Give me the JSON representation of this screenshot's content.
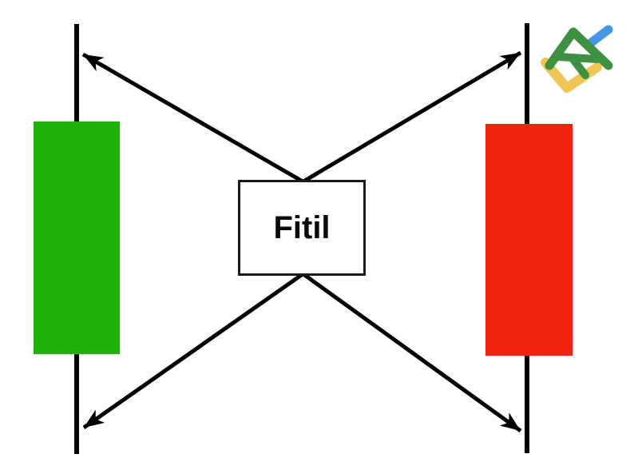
{
  "page": {
    "background": "#ffffff"
  },
  "diagram": {
    "label_box": {
      "text": "Fitil"
    },
    "left_candle": {
      "kind": "bullish-candle",
      "body_color": "#1FB30A"
    },
    "right_candle": {
      "kind": "bearish-candle",
      "body_color": "#EF230F"
    },
    "line_color": "#000000",
    "box_border_color": "#1a1a1a"
  },
  "logo": {
    "name": "litefinance-logo",
    "yellow": "#F1C553",
    "green": "#3E9142",
    "blue": "#4596E3"
  }
}
